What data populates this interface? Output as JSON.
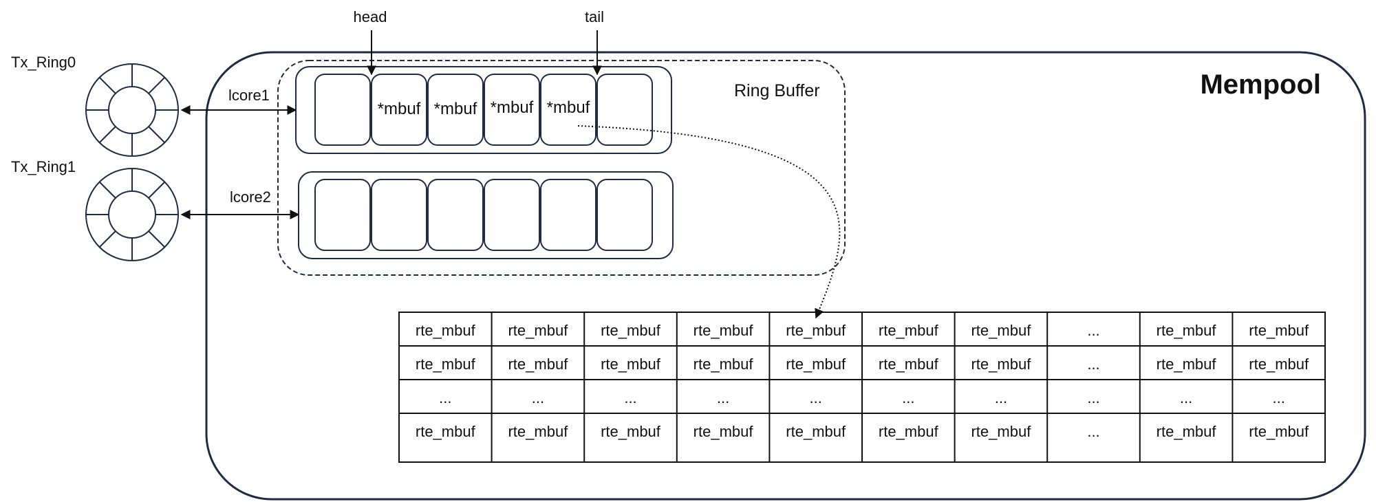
{
  "labels": {
    "head": "head",
    "tail": "tail",
    "mempool": "Mempool",
    "ring_buffer": "Ring Buffer"
  },
  "tx_rings": [
    {
      "name": "Tx_Ring0",
      "core": "lcore1"
    },
    {
      "name": "Tx_Ring1",
      "core": "lcore2"
    }
  ],
  "ring_buffers": [
    {
      "slots": [
        "",
        "*mbuf",
        "*mbuf",
        "*mbuf",
        "*mbuf",
        ""
      ]
    },
    {
      "slots": [
        "",
        "",
        "",
        "",
        "",
        ""
      ]
    }
  ],
  "mempool_table": {
    "rows": [
      [
        "rte_mbuf",
        "rte_mbuf",
        "rte_mbuf",
        "rte_mbuf",
        "rte_mbuf",
        "rte_mbuf",
        "rte_mbuf",
        "...",
        "rte_mbuf",
        "rte_mbuf"
      ],
      [
        "rte_mbuf",
        "rte_mbuf",
        "rte_mbuf",
        "rte_mbuf",
        "rte_mbuf",
        "rte_mbuf",
        "rte_mbuf",
        "...",
        "rte_mbuf",
        "rte_mbuf"
      ],
      [
        "...",
        "...",
        "...",
        "...",
        "...",
        "...",
        "...",
        "...",
        "...",
        "..."
      ],
      [
        "rte_mbuf",
        "rte_mbuf",
        "rte_mbuf",
        "rte_mbuf",
        "rte_mbuf",
        "rte_mbuf",
        "rte_mbuf",
        "...",
        "rte_mbuf",
        "rte_mbuf"
      ]
    ]
  },
  "colors": {
    "frame": "#1f2a44",
    "line": "#111111",
    "background": "#ffffff"
  }
}
